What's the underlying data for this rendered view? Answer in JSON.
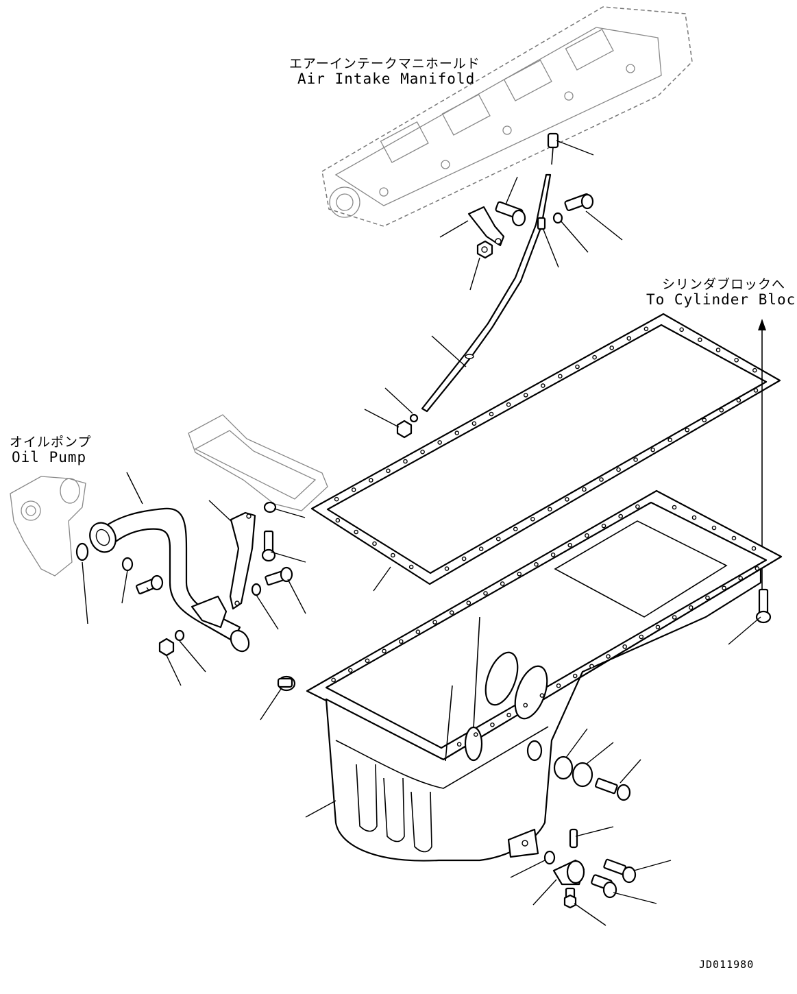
{
  "labels": {
    "air_intake_manifold_jp": "エアーインテークマニホールド",
    "air_intake_manifold_en": "Air Intake Manifold",
    "cylinder_block_jp": "シリンダブロックへ",
    "cylinder_block_en": "To Cylinder Block",
    "oil_pump_jp": "オイルポンプ",
    "oil_pump_en": "Oil Pump",
    "drawing_code": "JD011980"
  },
  "colors": {
    "line": "#000000",
    "ghost_line": "#777777",
    "background": "#ffffff"
  }
}
